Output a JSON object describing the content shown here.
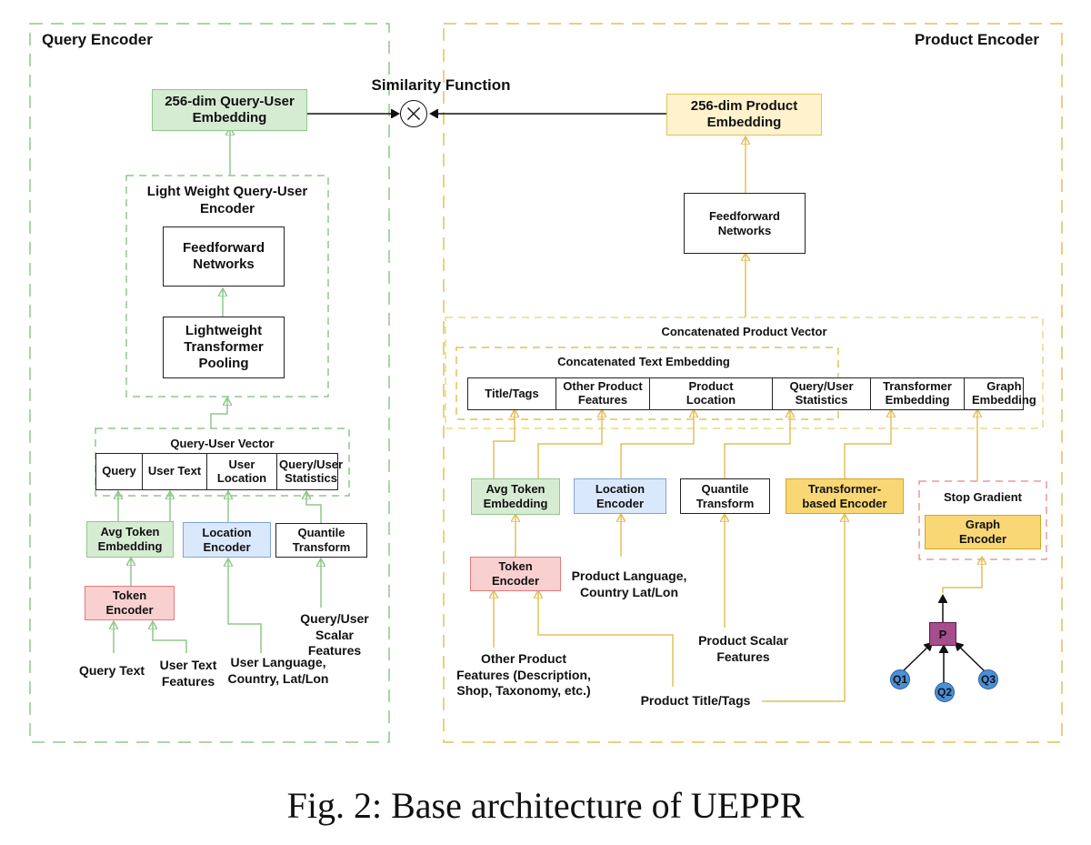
{
  "query_encoder": {
    "title": "Query Encoder",
    "output_embedding": "256-dim Query-User Embedding",
    "lightweight_group": {
      "title": "Light Weight Query-User Encoder",
      "feedforward": "Feedforward Networks",
      "transformer_pooling": "Lightweight Transformer Pooling"
    },
    "vector": {
      "title": "Query-User Vector",
      "cells": [
        "Query",
        "User Text",
        "User Location",
        "Query/User Statistics"
      ]
    },
    "avg_token": "Avg Token Embedding",
    "location_encoder": "Location Encoder",
    "quantile": "Quantile Transform",
    "token_encoder": "Token Encoder",
    "inputs": {
      "query_text": "Query Text",
      "user_text": "User Text Features",
      "user_language": "User Language, Country, Lat/Lon",
      "scalar": "Query/User Scalar Features"
    }
  },
  "similarity": {
    "label": "Similarity Function",
    "symbol": "⊗"
  },
  "product_encoder": {
    "title": "Product Encoder",
    "output_embedding": "256-dim Product Embedding",
    "feedforward": "Feedforward Networks",
    "concat_vector": {
      "title": "Concatenated Product Vector",
      "text_title": "Concatenated Text Embedding",
      "cells": [
        "Title/Tags",
        "Other Product Features",
        "Product Location",
        "Query/User Statistics",
        "Transformer Embedding",
        "Graph Embedding"
      ]
    },
    "avg_token": "Avg Token Embedding",
    "location_encoder": "Location Encoder",
    "quantile": "Quantile Transform",
    "transformer_encoder": "Transformer-based Encoder",
    "stop_gradient": "Stop Gradient",
    "graph_encoder": "Graph Encoder",
    "token_encoder": "Token Encoder",
    "graph_nodes": {
      "product": "P",
      "queries": [
        "Q1",
        "Q2",
        "Q3"
      ]
    },
    "inputs": {
      "product_language": "Product Language, Country Lat/Lon",
      "scalar": "Product Scalar Features",
      "other_features": "Other Product Features (Description, Shop, Taxonomy, etc.)",
      "title_tags": "Product Title/Tags"
    }
  },
  "caption": "Fig. 2: Base architecture of UEPPR"
}
